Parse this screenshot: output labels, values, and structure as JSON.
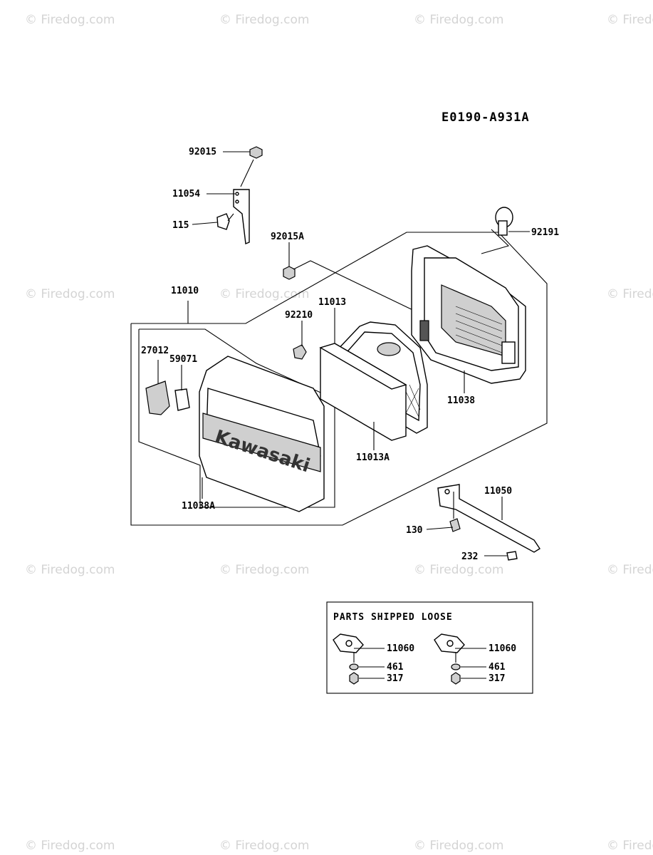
{
  "diagram_code": "E0190-A931A",
  "watermark_text": "© Firedog.com",
  "brand_text": "Kawasaki",
  "parts": {
    "p92015": "92015",
    "p11054": "11054",
    "p115": "115",
    "p92015A": "92015A",
    "p92191": "92191",
    "p11010": "11010",
    "p11013": "11013",
    "p92210": "92210",
    "p27012": "27012",
    "p59071": "59071",
    "p11038": "11038",
    "p11013A": "11013A",
    "p11038A": "11038A",
    "p11050": "11050",
    "p130": "130",
    "p232": "232"
  },
  "loose_box": {
    "title": "PARTS SHIPPED LOOSE",
    "left": {
      "gasket": "11060",
      "washer": "461",
      "nut": "317"
    },
    "right": {
      "gasket": "11060",
      "washer": "461",
      "nut": "317"
    }
  }
}
